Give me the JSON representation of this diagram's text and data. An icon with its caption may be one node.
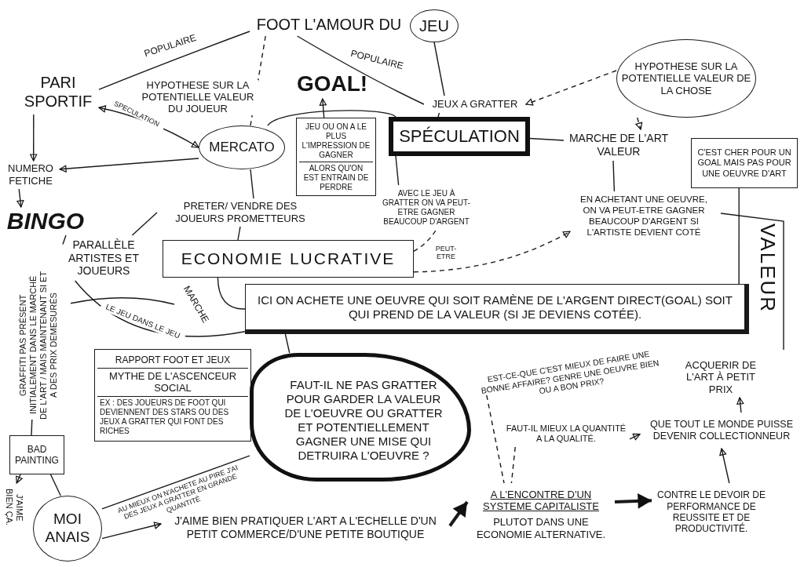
{
  "diagram": {
    "nodes": [
      {
        "text": [
          "FOOT L'AMOUR DU"
        ]
      },
      {
        "text": [
          "JEU"
        ]
      },
      {
        "text": [
          "PARI SPORTIF"
        ]
      },
      {
        "text": [
          "GOAL!"
        ]
      },
      {
        "text": [
          "JEU OU ON A LE PLUS L'IMPRESSION DE GAGNER",
          "ALORS QU'ON EST ENTRAIN DE PERDRE"
        ]
      },
      {
        "text": [
          "MERCATO"
        ]
      },
      {
        "text": [
          "JEUX A GRATTER"
        ]
      },
      {
        "text": [
          "HYPOTHESE SUR LA POTENTIELLE VALEUR DE LA CHOSE"
        ]
      },
      {
        "text": [
          "SPÉCULATION"
        ]
      },
      {
        "text": [
          "MARCHE DE L'ART VALEUR"
        ]
      },
      {
        "text": [
          "C'EST CHER POUR UN GOAL MAIS PAS POUR UNE OEUVRE D'ART"
        ]
      },
      {
        "text": [
          "NUMERO FETICHE"
        ]
      },
      {
        "text": [
          "BINGO"
        ]
      },
      {
        "text": [
          "AVEC LE JEU À GRATTER ON VA PEUT-ETRE GAGNER BEAUCOUP D'ARGENT"
        ]
      },
      {
        "text": [
          "EN ACHETANT UNE OEUVRE, ON VA PEUT-ETRE GAGNER BEAUCOUP D'ARGENT SI L'ARTISTE DEVIENT COTÉ"
        ]
      },
      {
        "text": [
          "PRETER/ VENDRE DES JOUEURS PROMETTEURS"
        ]
      },
      {
        "text": [
          "PARALLÈLE ARTISTES ET JOUEURS"
        ]
      },
      {
        "text": [
          "ECONOMIE LUCRATIVE"
        ]
      },
      {
        "text": [
          "ICI ON ACHETE UNE OEUVRE QUI SOIT RAMÈNE DE L'ARGENT DIRECT(GOAL) SOIT QUI PREND DE LA VALEUR (SI JE DEVIENS COTÉE)."
        ]
      },
      {
        "text": [
          "GRAFFITI PAS PRÉSENT INITIALEMENT DANS LE MARCHÉ DE L'ART / MAIS MAINTENANT SI ET A DES PRIX DEMESURÉS"
        ]
      },
      {
        "text": [
          "MARCHE"
        ]
      },
      {
        "text": [
          "RAPPORT FOOT ET JEUX",
          "MYTHE DE L'ASCENCEUR SOCIAL",
          "EX : DES JOUEURS DE FOOT QUI DEVIENNENT DES STARS OU DES JEUX A GRATTER QUI FONT DES RICHES"
        ]
      },
      {
        "text": [
          "FAUT-IL NE PAS GRATTER POUR GARDER LA VALEUR DE L'OEUVRE OU GRATTER ET POTENTIELLEMENT GAGNER UNE MISE QUI DETRUIRA L'OEUVRE ?"
        ]
      },
      {
        "text": [
          "EST-CE-QUE C'EST MIEUX DE FAIRE UNE BONNE AFFAIRE? GENRE UNE OEUVRE BIEN OU A BON PRIX?"
        ]
      },
      {
        "text": [
          "FAUT-IL MIEUX LA QUANTITÉ A LA QUALITÉ."
        ]
      },
      {
        "text": [
          "ACQUERIR DE L'ART À PETIT PRIX"
        ]
      },
      {
        "text": [
          "QUE TOUT LE MONDE PUISSE DEVENIR COLLECTIONNEUR"
        ]
      },
      {
        "text": [
          "BAD PAINTING"
        ]
      },
      {
        "text": [
          "J'AIME BIEN ÇA."
        ]
      },
      {
        "text": [
          "MOI ANAIS"
        ]
      },
      {
        "text": [
          "J'AIME BIEN PRATIQUER L'ART A L'ECHELLE D'UN PETIT COMMERCE/D'UNE PETITE BOUTIQUE"
        ]
      },
      {
        "text": [
          "A L'ENCONTRE D'UN SYSTEME CAPITALISTE",
          "PLUTOT DANS UNE ECONOMIE ALTERNATIVE."
        ]
      },
      {
        "text": [
          "CONTRE LE DEVOIR DE PERFORMANCE DE REUSSITE ET DE PRODUCTIVITÉ."
        ]
      }
    ],
    "edges": [
      {
        "from": 0,
        "to": 2,
        "arrow": "none",
        "label": "POPULAIRE"
      },
      {
        "from": 0,
        "to": 6,
        "arrow": "none",
        "label": "POPULAIRE"
      },
      {
        "from": 1,
        "to": 6,
        "arrow": "none"
      },
      {
        "from": 0,
        "to": 5,
        "arrow": "none",
        "style": "dashed",
        "label": "HYPOTHESE SUR LA POTENTIELLE VALEUR DU JOUEUR"
      },
      {
        "from": 5,
        "to": 2,
        "arrow": "both",
        "label": "SPECULATION"
      },
      {
        "from": 5,
        "to": 11,
        "arrow": "to"
      },
      {
        "from": 2,
        "to": 11,
        "arrow": "to"
      },
      {
        "from": 11,
        "to": 12,
        "arrow": "to"
      },
      {
        "from": 5,
        "to": 8,
        "arrow": "none"
      },
      {
        "from": 4,
        "to": 3,
        "arrow": "to"
      },
      {
        "from": 6,
        "to": 8,
        "arrow": "none"
      },
      {
        "from": 7,
        "to": 6,
        "arrow": "to",
        "style": "dashed"
      },
      {
        "from": 7,
        "to": 9,
        "arrow": "to",
        "style": "dashed"
      },
      {
        "from": 8,
        "to": 9,
        "arrow": "none"
      },
      {
        "from": 8,
        "to": 13,
        "arrow": "none"
      },
      {
        "from": 9,
        "to": 14,
        "arrow": "none"
      },
      {
        "from": 10,
        "to": 18,
        "arrow": "none"
      },
      {
        "from": 5,
        "to": 15,
        "arrow": "none"
      },
      {
        "from": 15,
        "to": 17,
        "arrow": "none"
      },
      {
        "from": 16,
        "to": 15,
        "arrow": "none"
      },
      {
        "from": 16,
        "to": 12,
        "arrow": "none"
      },
      {
        "from": 13,
        "to": 17,
        "arrow": "none",
        "style": "dashed",
        "label": "PEUT-ETRE"
      },
      {
        "from": 17,
        "to": 14,
        "arrow": "to",
        "style": "dashed"
      },
      {
        "from": 17,
        "to": 18,
        "arrow": "none"
      },
      {
        "from": 16,
        "to": 18,
        "arrow": "none",
        "label": "LE JEU DANS LE JEU"
      },
      {
        "from": 19,
        "to": 20,
        "arrow": "none"
      },
      {
        "from": 18,
        "to": 22,
        "arrow": "none"
      },
      {
        "from": 19,
        "to": 27,
        "arrow": "none"
      },
      {
        "from": 27,
        "to": 28,
        "arrow": "to"
      },
      {
        "from": 27,
        "to": 29,
        "arrow": "none"
      },
      {
        "from": 29,
        "to": 22,
        "arrow": "none",
        "label": "AU MIEUX ON N'ACHETE AU PIRE J'AI DES JEUX A GRATTER EN GRANDE QUANTITÉ"
      },
      {
        "from": 29,
        "to": 30,
        "arrow": "to"
      },
      {
        "from": 30,
        "to": 31,
        "arrow": "to",
        "style": "thick"
      },
      {
        "from": 31,
        "to": 32,
        "arrow": "to",
        "style": "thick"
      },
      {
        "from": 32,
        "to": 26,
        "arrow": "to"
      },
      {
        "from": 26,
        "to": 25,
        "arrow": "to"
      },
      {
        "from": 24,
        "to": 26,
        "arrow": "to"
      },
      {
        "from": 23,
        "to": 31,
        "arrow": "none",
        "style": "dashed"
      },
      {
        "from": 24,
        "to": 31,
        "arrow": "none",
        "style": "dashed"
      }
    ],
    "labels": [
      "VALEUR"
    ]
  }
}
